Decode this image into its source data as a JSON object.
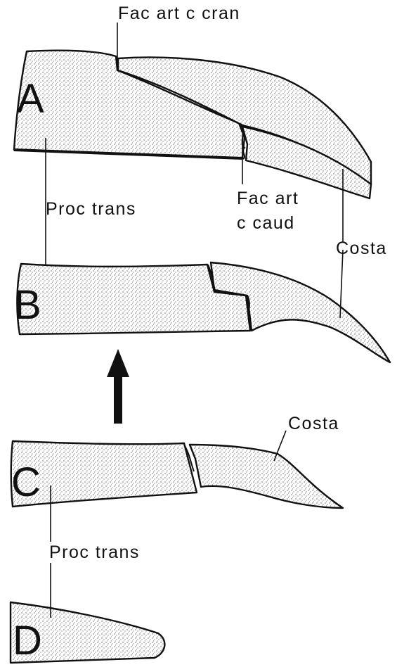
{
  "panels": [
    {
      "letter": "A",
      "name": "panel-a"
    },
    {
      "letter": "B",
      "name": "panel-b"
    },
    {
      "letter": "C",
      "name": "panel-c"
    },
    {
      "letter": "D",
      "name": "panel-d"
    }
  ],
  "labels": {
    "fac_art_c_cran": "Fac art c cran",
    "proc_trans_1": "Proc trans",
    "fac_art_c_caud_line1": "Fac art",
    "fac_art_c_caud_line2": "c caud",
    "costa_1": "Costa",
    "costa_2": "Costa",
    "proc_trans_2": "Proc trans"
  },
  "colors": {
    "ink": "#111111",
    "paper": "#ffffff"
  },
  "arrow": {
    "direction": "up"
  }
}
